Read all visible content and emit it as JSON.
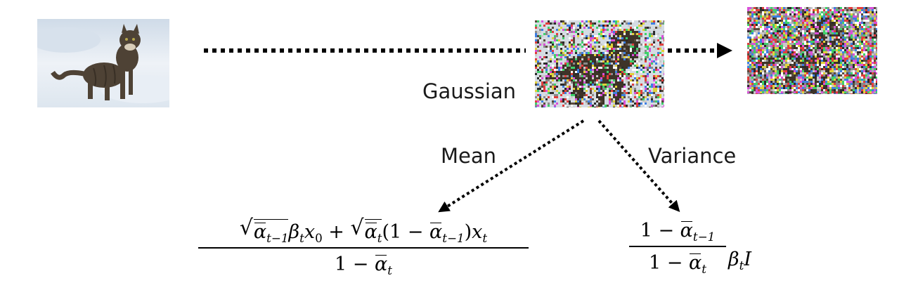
{
  "images": {
    "original": "cat-photo-clean",
    "partial_noise": "cat-photo-partially-noised",
    "full_noise": "cat-photo-heavily-noised"
  },
  "labels": {
    "gaussian": "Gaussian",
    "mean": "Mean",
    "variance": "Variance"
  },
  "mean_formula": {
    "numerator": "√ᾱ_{t−1} β_t x_0 + √ᾱ_t (1 − ᾱ_{t−1}) x_t",
    "denominator": "1 − ᾱ_t"
  },
  "variance_formula": {
    "numerator": "1 − ᾱ_{t−1}",
    "denominator": "1 − ᾱ_t",
    "multiplier": "β_t I"
  },
  "colors": {
    "arrow": "#000000",
    "snow": "#e4ebf2",
    "cat_fur": "#5a4b3c"
  }
}
